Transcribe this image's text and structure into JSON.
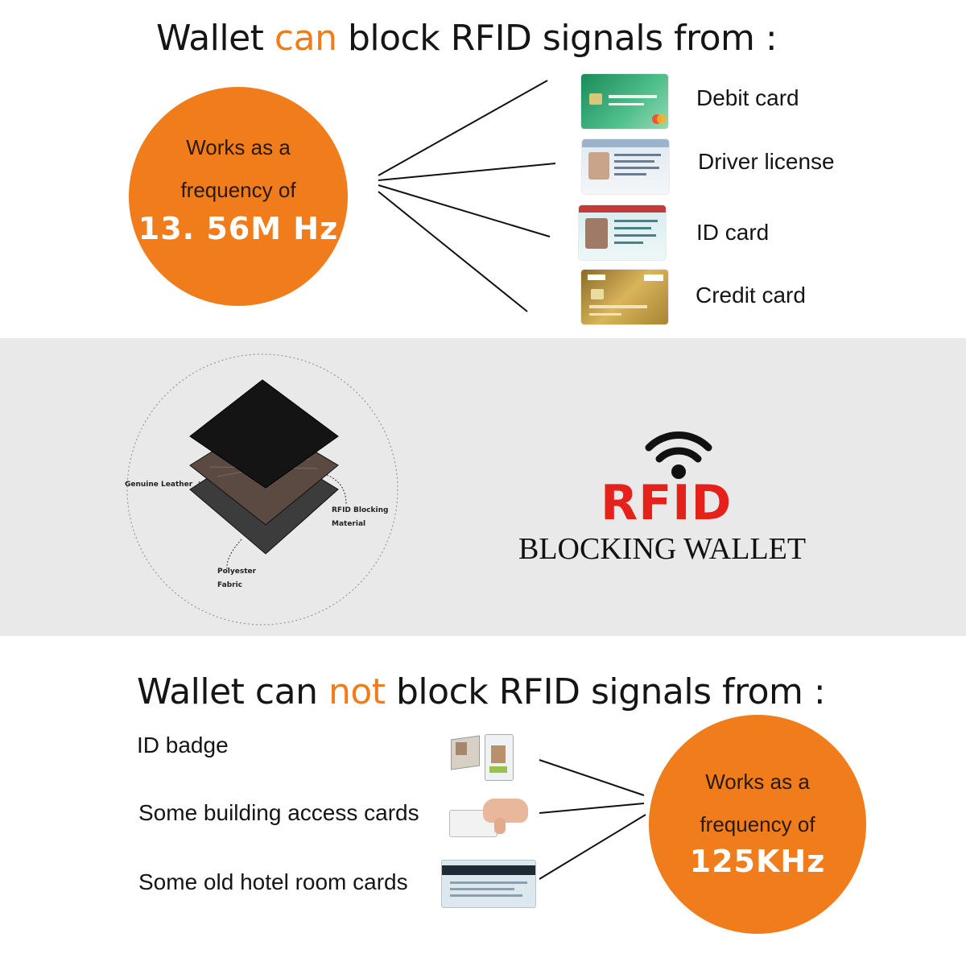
{
  "top": {
    "heading_pre": "Wallet ",
    "heading_accent": "can",
    "heading_post": " block RFID signals from :",
    "circle": {
      "line1": "Works as a",
      "line2": "frequency of",
      "freq": "13. 56M Hz"
    },
    "items": [
      {
        "label": "Debit card",
        "icon": "debit-card-icon"
      },
      {
        "label": "Driver license",
        "icon": "driver-license-icon"
      },
      {
        "label": "ID card",
        "icon": "id-card-icon"
      },
      {
        "label": "Credit card",
        "icon": "credit-card-icon"
      }
    ]
  },
  "middle": {
    "layers": {
      "leather": "Genuine Leather",
      "blocking": "RFID Blocking Material",
      "blocking_line1": "RFID Blocking",
      "blocking_line2": "Material",
      "fabric_line1": "Polyester",
      "fabric_line2": "Fabric"
    },
    "logo_title": "RFID",
    "logo_subtitle": "BLOCKING WALLET"
  },
  "bottom": {
    "heading_pre": "Wallet can ",
    "heading_accent": "not",
    "heading_post": " block RFID signals from :",
    "circle": {
      "line1": "Works as a",
      "line2": "frequency of",
      "freq": "125KHz"
    },
    "items": [
      {
        "label": "ID badge",
        "icon": "id-badge-icon"
      },
      {
        "label": "Some building access cards",
        "icon": "access-card-icon"
      },
      {
        "label": "Some old hotel room cards",
        "icon": "hotel-card-icon"
      }
    ]
  },
  "colors": {
    "accent": "#f07c1c",
    "logo_red": "#e5211c",
    "band": "#e9e9e9"
  }
}
